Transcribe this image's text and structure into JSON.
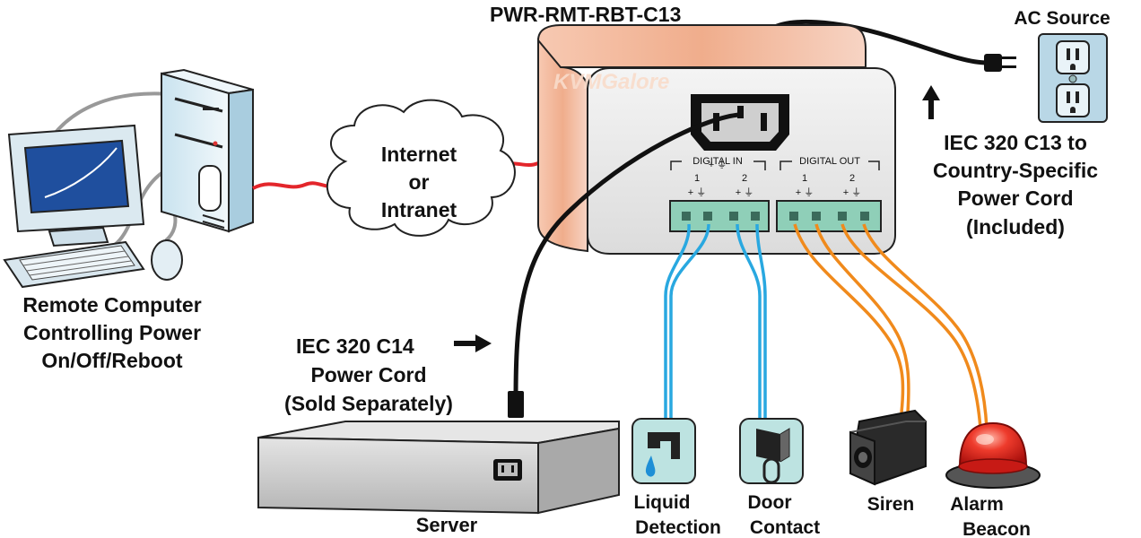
{
  "device": {
    "model": "PWR-RMT-RBT-C13",
    "watermark": "KVMGalore",
    "digital_in": {
      "label": "DIGITAL IN",
      "ch1": "1",
      "ch2": "2"
    },
    "digital_out": {
      "label": "DIGITAL OUT",
      "ch1": "1",
      "ch2": "2"
    }
  },
  "ac_source": {
    "title": "AC Source"
  },
  "ac_cord": {
    "line1": "IEC 320 C13 to",
    "line2": "Country-Specific",
    "line3": "Power Cord",
    "line4": "(Included)"
  },
  "network": {
    "line1": "Internet",
    "line2": "or",
    "line3": "Intranet"
  },
  "remote_computer": {
    "line1": "Remote Computer",
    "line2": "Controlling Power",
    "line3": "On/Off/Reboot"
  },
  "server_cord": {
    "line1": "IEC 320 C14",
    "line2": "Power Cord",
    "line3": "(Sold Separately)"
  },
  "server": {
    "label": "Server"
  },
  "peripherals": {
    "liquid": {
      "line1": "Liquid",
      "line2": "Detection"
    },
    "door": {
      "line1": "Door",
      "line2": "Contact"
    },
    "siren": {
      "line1": "Siren"
    },
    "beacon": {
      "line1": "Alarm",
      "line2": "Beacon"
    }
  },
  "colors": {
    "device_top": "#f3b79a",
    "device_panel": "#e9e9e9",
    "terminal": "#8fcfb8",
    "digital_in_wire": "#29a8e0",
    "digital_out_wire": "#f08a1c",
    "network_cable": "#e3262b",
    "server_body": "#cfcfcf",
    "outlet_plate": "#b9d7e6",
    "beacon_dome": "#e8201e"
  }
}
